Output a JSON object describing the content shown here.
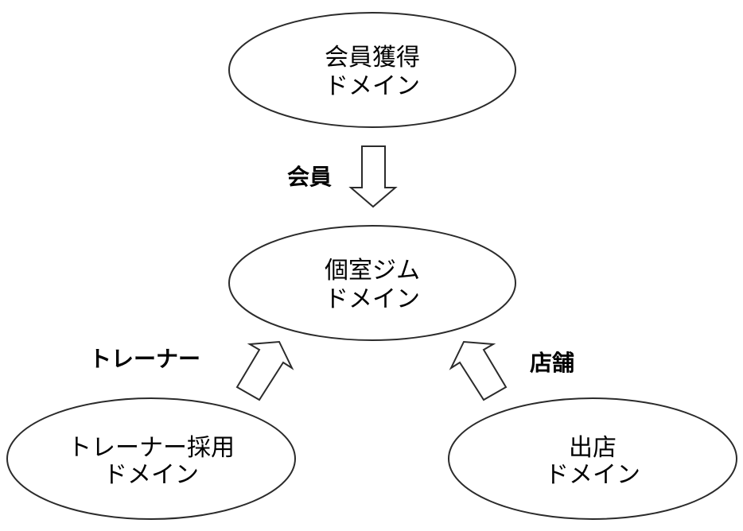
{
  "nodes": {
    "member_acquisition": {
      "line1": "会員獲得",
      "line2": "ドメイン"
    },
    "private_gym": {
      "line1": "個室ジム",
      "line2": "ドメイン"
    },
    "trainer_recruitment": {
      "line1": "トレーナー採用",
      "line2": "ドメイン"
    },
    "store_opening": {
      "line1": "出店",
      "line2": "ドメイン"
    }
  },
  "edges": {
    "member": "会員",
    "trainer": "トレーナー",
    "store": "店舗"
  }
}
